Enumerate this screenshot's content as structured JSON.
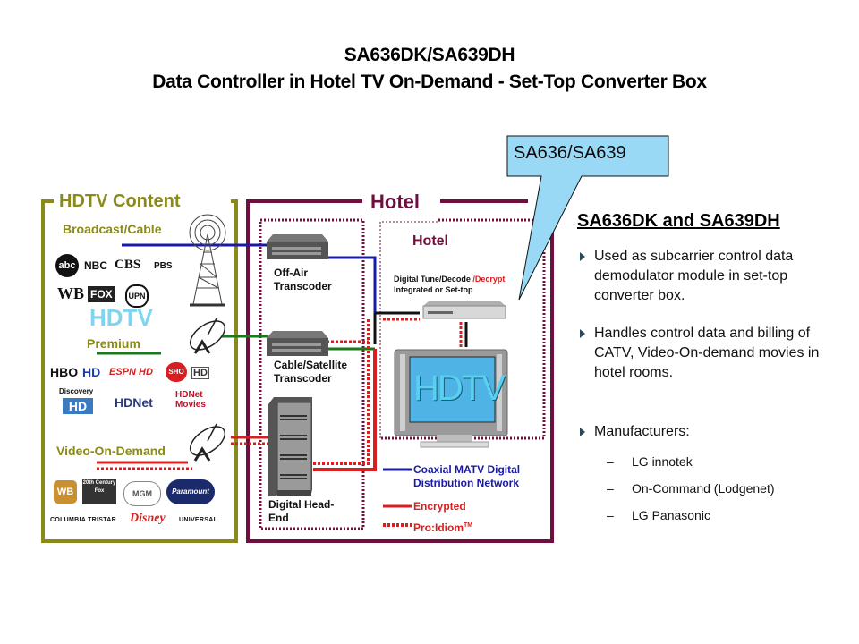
{
  "title": {
    "line1": "SA636DK/SA639DH",
    "line2": "Data Controller in Hotel TV On-Demand - Set-Top Converter Box"
  },
  "callout": {
    "label": "SA636/SA639",
    "fill_color": "#99d9f5"
  },
  "diagram": {
    "content_box": {
      "title": "HDTV Content",
      "color": "#8a8a1a",
      "watermark": "HDTV",
      "sections": [
        {
          "label": "Broadcast/Cable",
          "line_color": "#1a1aa8",
          "logos": [
            "abc",
            "NBC",
            "CBS",
            "PBS",
            "WB",
            "FOX",
            "UPN"
          ]
        },
        {
          "label": "Premium",
          "line_color": "#1a7a1a",
          "logos": [
            "HBO",
            "HD",
            "ESPN HD",
            "SHO",
            "HD",
            "Discovery",
            "HD",
            "HDNet",
            "HDNet Movies"
          ]
        },
        {
          "label": "Video-On-Demand",
          "line_color": "#d81e1e",
          "logos": [
            "WB",
            "20th Century Fox",
            "MGM",
            "Paramount",
            "COLUMBIA TRISTAR",
            "Disney",
            "UNIVERSAL"
          ]
        }
      ]
    },
    "hotel_box": {
      "title": "Hotel",
      "color": "#6e0f3e",
      "inner_title": "Hotel",
      "devices": [
        {
          "label_line1": "Off-Air",
          "label_line2": "Transcoder"
        },
        {
          "label_line1": "Cable/Satellite",
          "label_line2": "Transcoder"
        },
        {
          "label_line1": "Digital Head-",
          "label_line2": "End"
        }
      ],
      "settop": {
        "label_part1": "Digital Tune/Decode ",
        "label_part2": "/Decrypt",
        "label_line2": "Integrated or Set-top"
      },
      "tv_label": "HDTV"
    },
    "legend": [
      {
        "label_line1": "Coaxial MATV Digital",
        "label_line2": "Distribution Network",
        "color": "#1a1aa8",
        "style": "solid"
      },
      {
        "label_line1": "Encrypted",
        "label_line2": "",
        "color": "#d81e1e",
        "style": "solid"
      },
      {
        "label_line1": "Pro:Idiom",
        "label_line2": "TM",
        "color": "#d81e1e",
        "style": "dotted"
      }
    ]
  },
  "right_panel": {
    "heading": "SA636DK and SA639DH",
    "bullets": [
      {
        "text": "Used as subcarrier control data demodulator module in set-top converter box."
      },
      {
        "text": "Handles control data and billing of CATV, Video-On-demand movies in hotel rooms."
      },
      {
        "text": "Manufacturers:"
      }
    ],
    "manufacturers": [
      "LG innotek",
      "On-Command (Lodgenet)",
      "LG Panasonic"
    ],
    "sub_bullet_glyph": "–"
  }
}
